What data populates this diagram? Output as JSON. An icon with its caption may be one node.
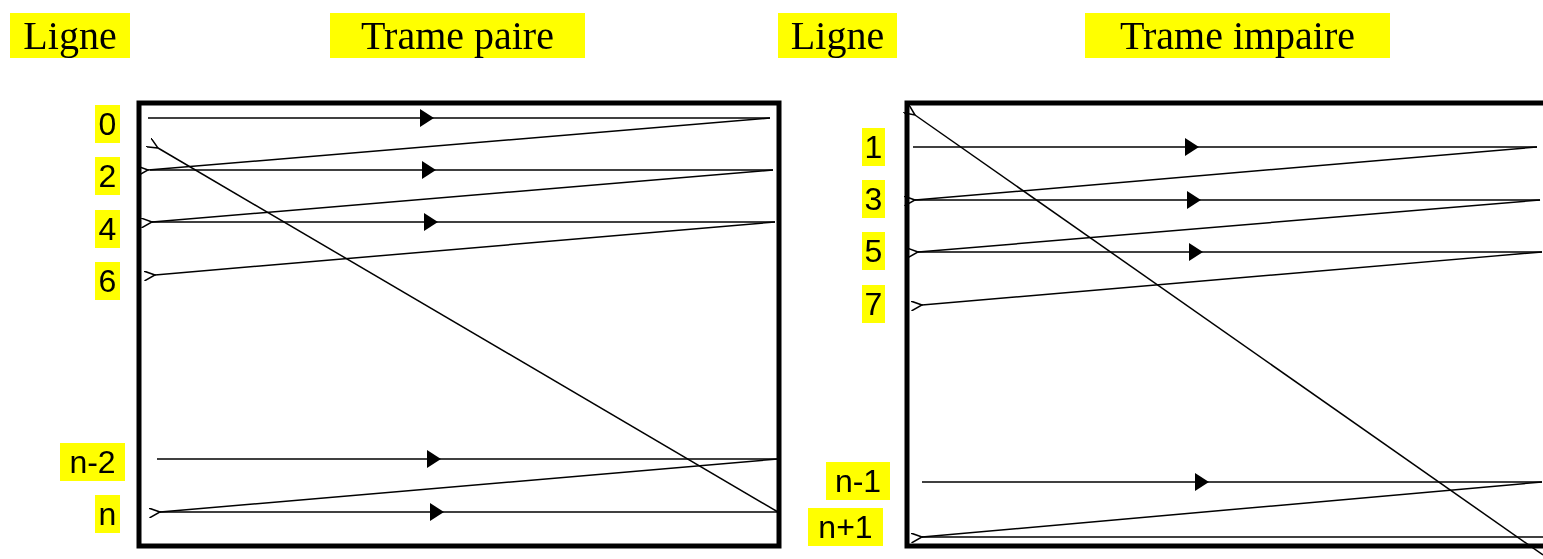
{
  "diagram": {
    "labels": [
      "Ligne",
      "Trame paire",
      "Ligne",
      "Trame impaire",
      "0",
      "2",
      "4",
      "6",
      "n-2",
      "n",
      "1",
      "3",
      "5",
      "7",
      "n-1",
      "n+1"
    ]
  }
}
